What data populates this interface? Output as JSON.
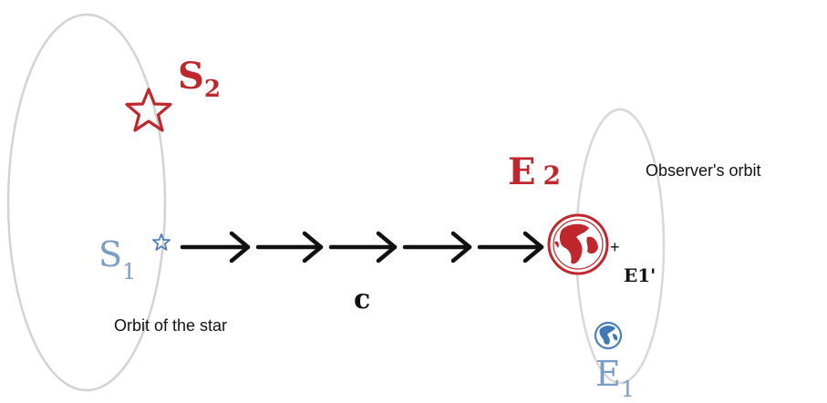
{
  "labels": {
    "s2": {
      "main": "S",
      "sub": "2"
    },
    "s1": {
      "main": "S",
      "sub": "1"
    },
    "e2": {
      "main": "E",
      "sub": "2"
    },
    "e1": {
      "main": "E",
      "sub": "1"
    },
    "e1_prime": "E1'",
    "plus": "+",
    "c": "c",
    "observer_orbit": "Observer's orbit",
    "star_orbit": "Orbit of the star"
  },
  "colors": {
    "red": "#c0272d",
    "blue": "#4f7fb8",
    "blue_light": "#7a9cc8",
    "black": "#111111",
    "orbit": "#d0d0d0"
  },
  "icons": {
    "star_large": "star-outline-icon",
    "star_small": "star-outline-icon",
    "earth_red": "globe-icon",
    "earth_blue": "globe-icon",
    "arrow": "chevron-arrow-icon"
  },
  "arrow_count": 5
}
